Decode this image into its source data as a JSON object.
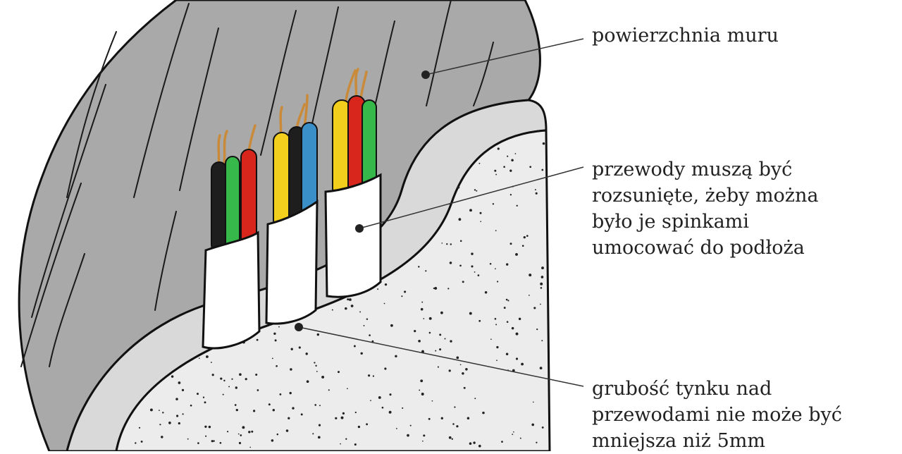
{
  "labels": {
    "wall_surface": "powierzchnia muru",
    "wires_spread": [
      "przewody muszą być",
      "rozsunięte, żeby można",
      "było je spinkami",
      "umocować do podłoża"
    ],
    "plaster_thickness": [
      "grubość tynku nad",
      "przewodami nie może być",
      "mniejsza niż 5mm"
    ]
  },
  "colors": {
    "wall": "#a9a9a9",
    "plaster_layer": "#d9d9d9",
    "plaster_surface": "#ececec",
    "sheath": "#ffffff",
    "black_wire": "#1e1e1e",
    "green_wire": "#36b84a",
    "red_wire": "#d8261c",
    "yellow_wire": "#f2cf1d",
    "blue_wire": "#3b8fc9",
    "copper": "#c98a3a"
  },
  "cables": [
    {
      "name": "cable-left",
      "wires": [
        "black",
        "green",
        "red"
      ]
    },
    {
      "name": "cable-middle",
      "wires": [
        "yellow",
        "black",
        "blue"
      ]
    },
    {
      "name": "cable-right",
      "wires": [
        "yellow",
        "red",
        "green"
      ]
    }
  ]
}
